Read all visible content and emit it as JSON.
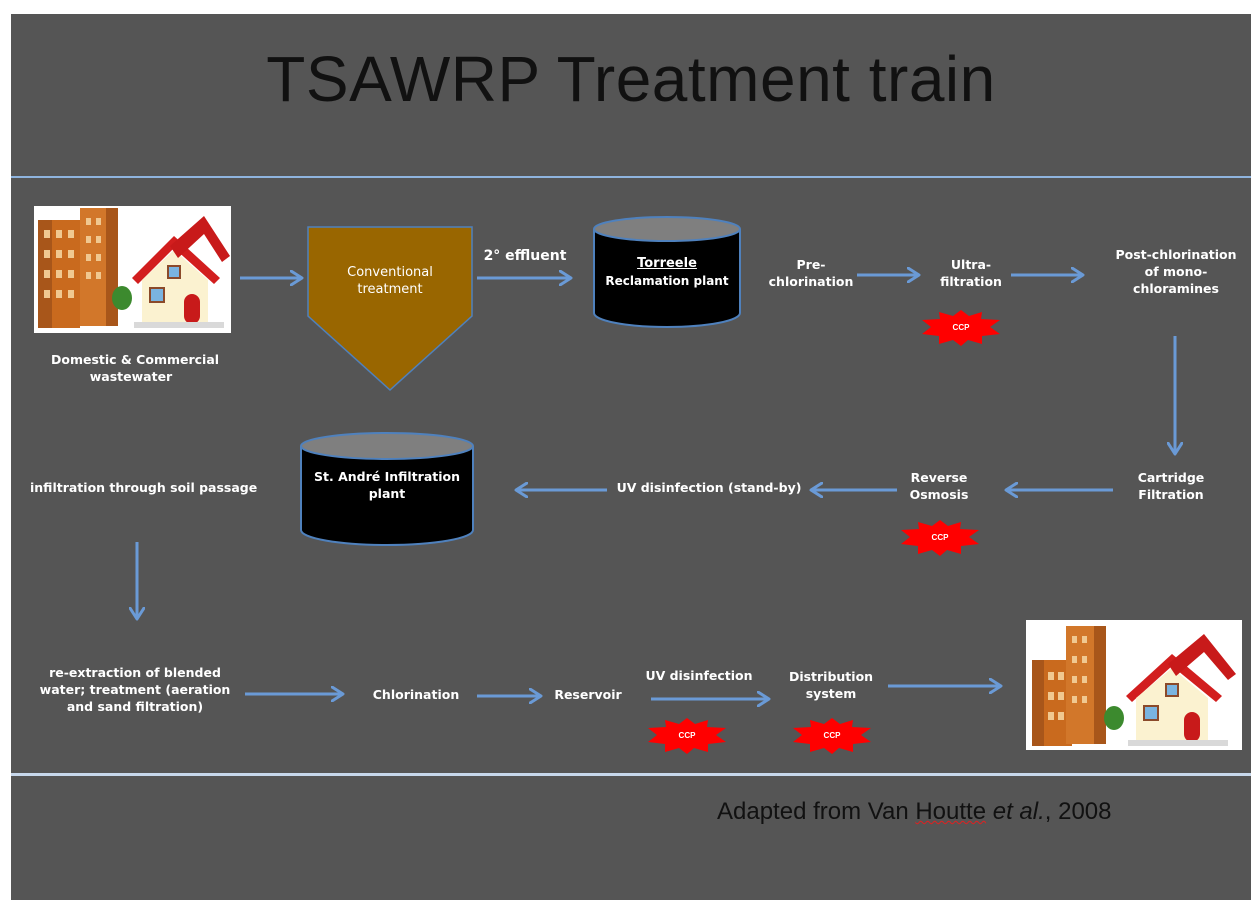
{
  "title": "TSAWRP Treatment train",
  "credit": {
    "prefix": "Adapted from Van ",
    "author": "Houtte",
    "etal": "et al.",
    "suffix": ", 2008"
  },
  "nodes": {
    "source_label": "Domestic & Commercial\nwastewater",
    "conventional": "Conventional\ntreatment",
    "effluent": "2° effluent",
    "torreele_name": "Torreele",
    "torreele_sub": "Reclamation plant",
    "prechlorination": "Pre-\nchlorination",
    "ultrafiltration": "Ultra-\nfiltration",
    "postchlorination": "Post-chlorination\nof mono-\nchloramines",
    "cartridge": "Cartridge\nFiltration",
    "reverse_osmosis": "Reverse\nOsmosis",
    "uv_standby": "UV disinfection (stand-by)",
    "st_andre": "St. André Infiltration\nplant",
    "soil": "infiltration through soil passage",
    "reextraction": "re-extraction of blended\nwater; treatment (aeration\nand sand filtration)",
    "chlorination": "Chlorination",
    "reservoir": "Reservoir",
    "uv_disinfection": "UV disinfection",
    "distribution": "Distribution\nsystem"
  },
  "ccp_label": "CCP",
  "colors": {
    "background": "#555555",
    "arrow": "#6a9ad6",
    "conventional": "#996600",
    "tank": "#000000",
    "tank_outline": "#4f81bd",
    "ccp": "#ff0000",
    "rule": "#8fb4de"
  },
  "icons": {
    "source": "buildings-and-house-icon",
    "destination": "buildings-and-house-icon"
  }
}
